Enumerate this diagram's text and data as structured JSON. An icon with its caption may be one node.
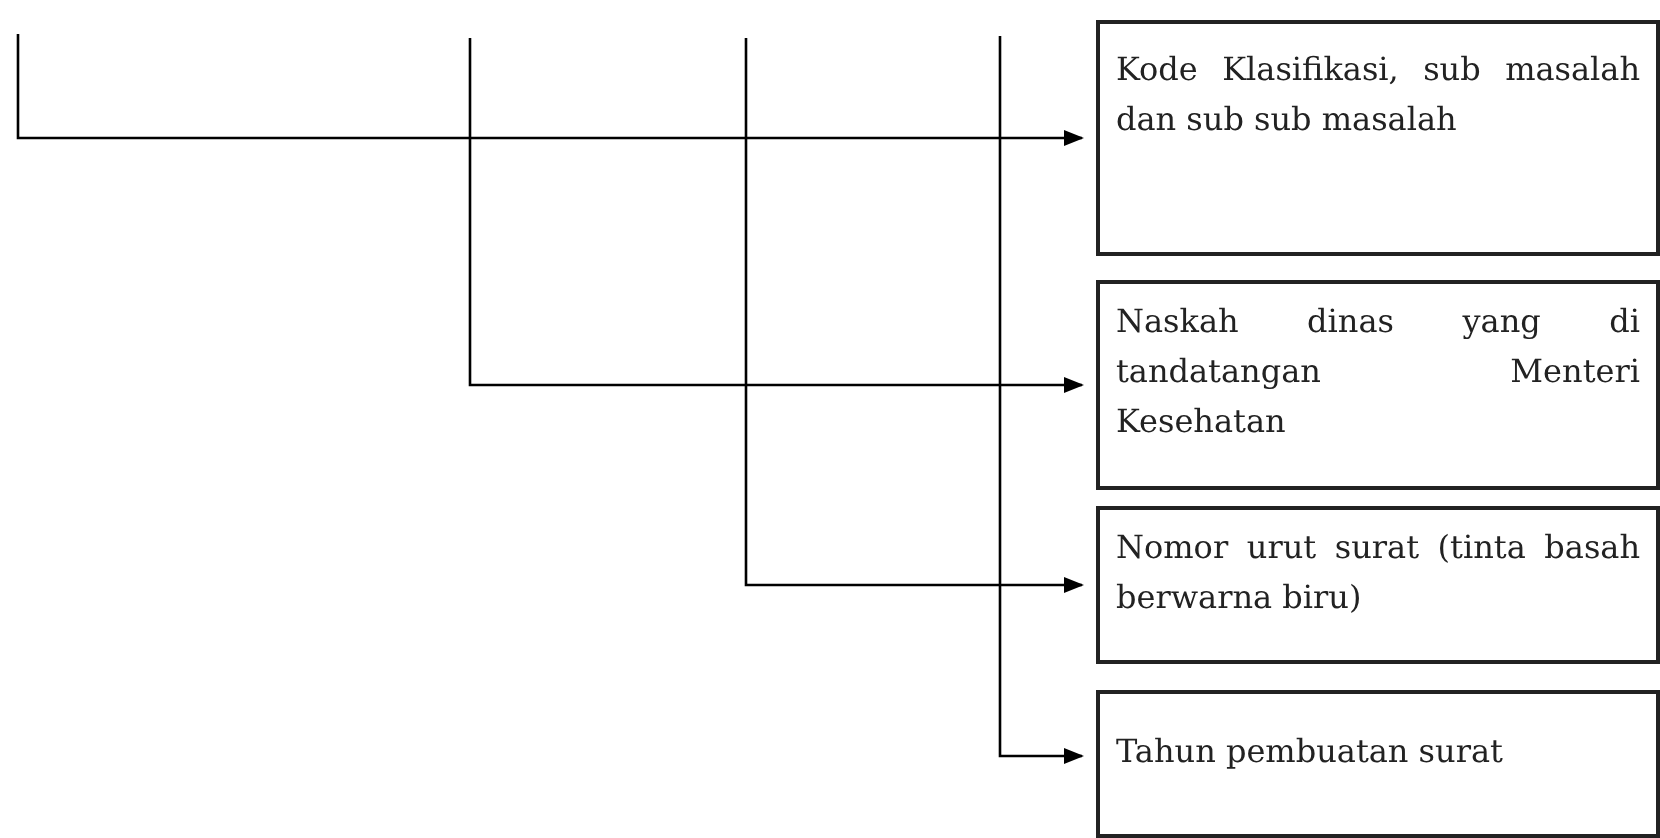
{
  "diagram": {
    "nodes": [
      {
        "text": [
          "Kode Klasifikasi, sub masalah dan sub sub masalah"
        ]
      },
      {
        "text": [
          "Naskah dinas yang di tandatangan Menteri Kesehatan"
        ]
      },
      {
        "text": [
          "Nomor urut surat (tinta basah berwarna biru)"
        ]
      },
      {
        "text": [
          "Tahun pembuatan surat"
        ]
      }
    ],
    "edges": [
      {
        "from": null,
        "to": 0,
        "arrow": "to"
      },
      {
        "from": null,
        "to": 1,
        "arrow": "to"
      },
      {
        "from": null,
        "to": 2,
        "arrow": "to"
      },
      {
        "from": null,
        "to": 3,
        "arrow": "to"
      }
    ]
  }
}
